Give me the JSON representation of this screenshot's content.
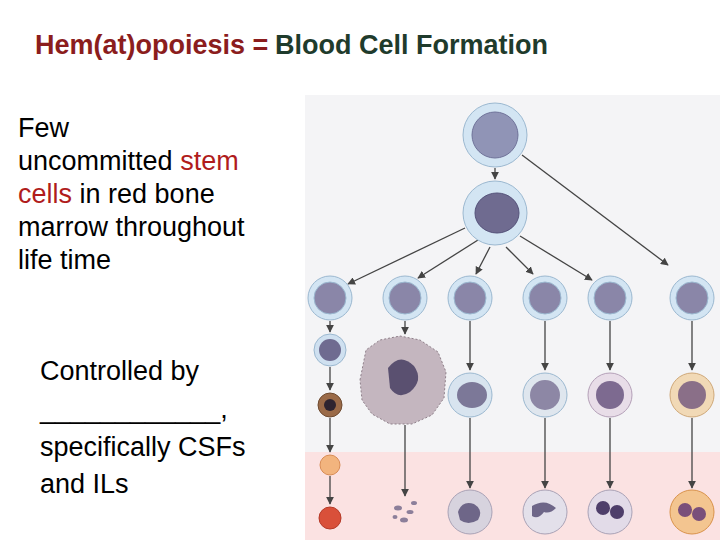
{
  "diagram": {
    "title": "Hem(at)opoiesis = Blood Cell Formation",
    "labels": [
      "Few uncommitted",
      "stem cells",
      "in red bone marrow throughout life time",
      "Controlled by ____________, specifically CSFs and ILs"
    ]
  }
}
